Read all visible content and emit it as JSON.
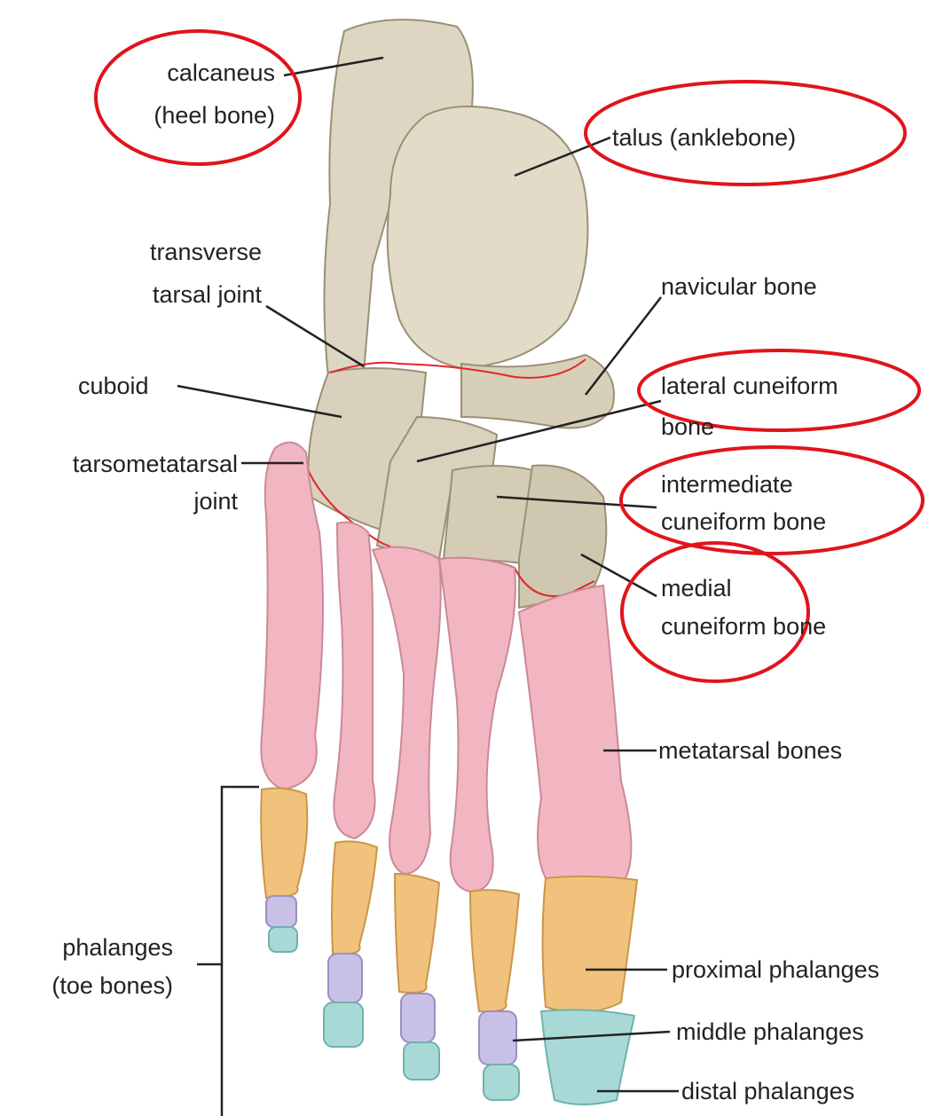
{
  "labels": {
    "calcaneus_1": "calcaneus",
    "calcaneus_2": "(heel bone)",
    "talus": "talus (anklebone)",
    "transverse_1": "transverse",
    "transverse_2": "tarsal joint",
    "navicular": "navicular bone",
    "cuboid": "cuboid",
    "lateral_1": "lateral cuneiform",
    "lateral_2": "bone",
    "tarsomet_1": "tarsometatarsal",
    "tarsomet_2": "joint",
    "intermediate_1": "intermediate",
    "intermediate_2": "cuneiform bone",
    "medial_1": "medial",
    "medial_2": "cuneiform bone",
    "metatarsal": "metatarsal bones",
    "phalanges_1": "phalanges",
    "phalanges_2": "(toe bones)",
    "proximal": "proximal phalanges",
    "middle": "middle phalanges",
    "distal": "distal phalanges"
  },
  "colors": {
    "tarsal": "#ddd6c2",
    "metatarsal": "#f2b6c2",
    "proximal": "#f1c27b",
    "middle": "#c9c0e6",
    "distal": "#a9d9d6",
    "joint_line": "#e2262b",
    "highlight_ellipse": "#e0141b",
    "leader": "#222222"
  }
}
